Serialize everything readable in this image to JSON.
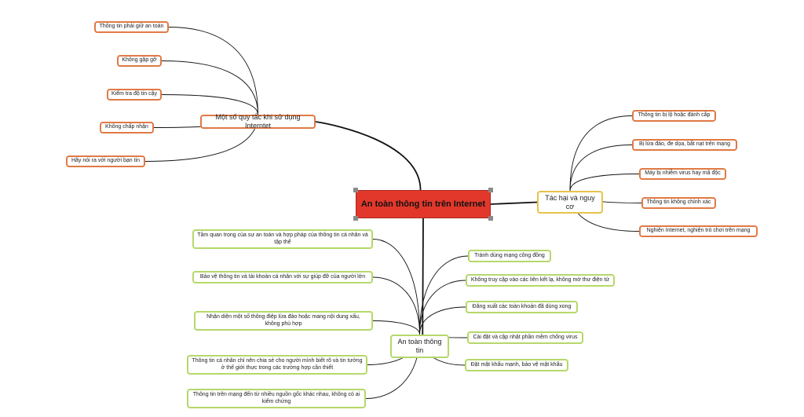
{
  "root": {
    "label": "An toàn thông tin trên Internet"
  },
  "branches": {
    "rules": {
      "label": "Một số quy tắc khi sử dụng Interntet",
      "color": "#e07a45",
      "items": [
        "Thông tin phải giữ an toàn",
        "Không gặp gỡ",
        "Kiểm tra độ tin cậy",
        "Không chấp nhận",
        "Hãy nói ra với người bạn tin"
      ]
    },
    "harms": {
      "label": "Tác hại và nguy cơ",
      "color": "#e6c34a",
      "items": [
        "Thông tin bị lộ hoặc đánh cắp",
        "Bị lừa đảo, đe dọa, bắt nạt trên mạng",
        "Máy bị nhiễm virus hay mã độc",
        "Thông tin không chính xác",
        "Nghiện Internet, nghiện trò chơi trên mạng"
      ]
    },
    "safety": {
      "label": "An toàn thông tin",
      "color": "#b5d86a",
      "left_items": [
        "Tầm quan trọng của sự an toàn và hợp pháp của thông tin cá nhân và tập thể",
        "Bảo vệ thông tin và tài khoản cá nhân với sự giúp đỡ của người lớn",
        "Nhận diện một số thông điệp lừa đảo hoặc mang nội dung xấu, không phù hợp",
        "Thông tin cá nhân chỉ nên chia sẻ cho người mình biết rõ và tin tưởng ở thế giới thực trong các trường hợp cần thiết",
        "Thông tin trên mạng đến từ nhiều nguồn gốc khác nhau, không có ai kiểm chứng"
      ],
      "right_items": [
        "Tránh dùng mạng công đồng",
        "Không truy cập vào các liên kết lạ, không mở thư điện tử",
        "Đăng xuất các toàn khoản đã dùng xong",
        "Cài đặt và cập nhật phần mềm chống virus",
        "Đặt mật khẩu mạnh, bảo vệ mật khẩu"
      ]
    }
  }
}
